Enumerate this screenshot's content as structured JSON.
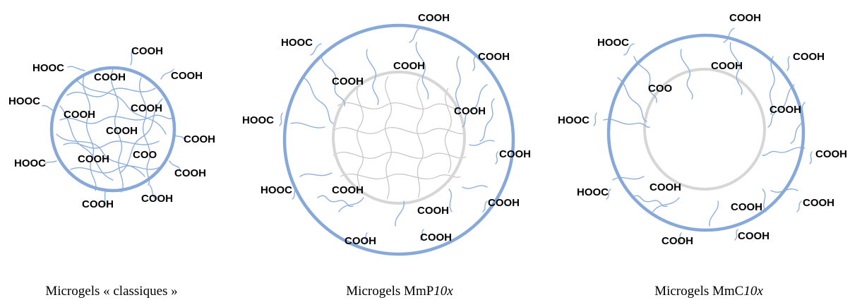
{
  "colors": {
    "shell": "#86a9da",
    "chain": "#8fb0dc",
    "core": "#d6d6d6",
    "network": "#c4c4c4"
  },
  "panels": [
    {
      "caption": {
        "text": "Microgels « classiques »",
        "italic": ""
      },
      "core": false,
      "labels": [
        "COOH",
        "HOOC",
        "COOH",
        "COOH",
        "HOOC",
        "COOH",
        "COOH",
        "COOH",
        "COOH",
        "HOOC",
        "COOH",
        "COO",
        "COOH",
        "COOH",
        "COOH"
      ]
    },
    {
      "caption": {
        "text": "Microgels MmP",
        "italic": "10x"
      },
      "core": true,
      "core_network": true,
      "labels": [
        "COOH",
        "HOOC",
        "COOH",
        "COOH",
        "COOH",
        "HOOC",
        "COOH",
        "HOOC",
        "COOH",
        "COOH",
        "COOH",
        "COOH",
        "COOH"
      ]
    },
    {
      "caption": {
        "text": "Microgels MmC",
        "italic": "10x"
      },
      "core": true,
      "core_network": false,
      "labels": [
        "COOH",
        "HOOC",
        "COOH",
        "COOH",
        "COO",
        "COOH",
        "HOOC",
        "COOH",
        "COOH",
        "HOOC",
        "COOH",
        "COOH",
        "COOH",
        "COOH"
      ]
    }
  ]
}
